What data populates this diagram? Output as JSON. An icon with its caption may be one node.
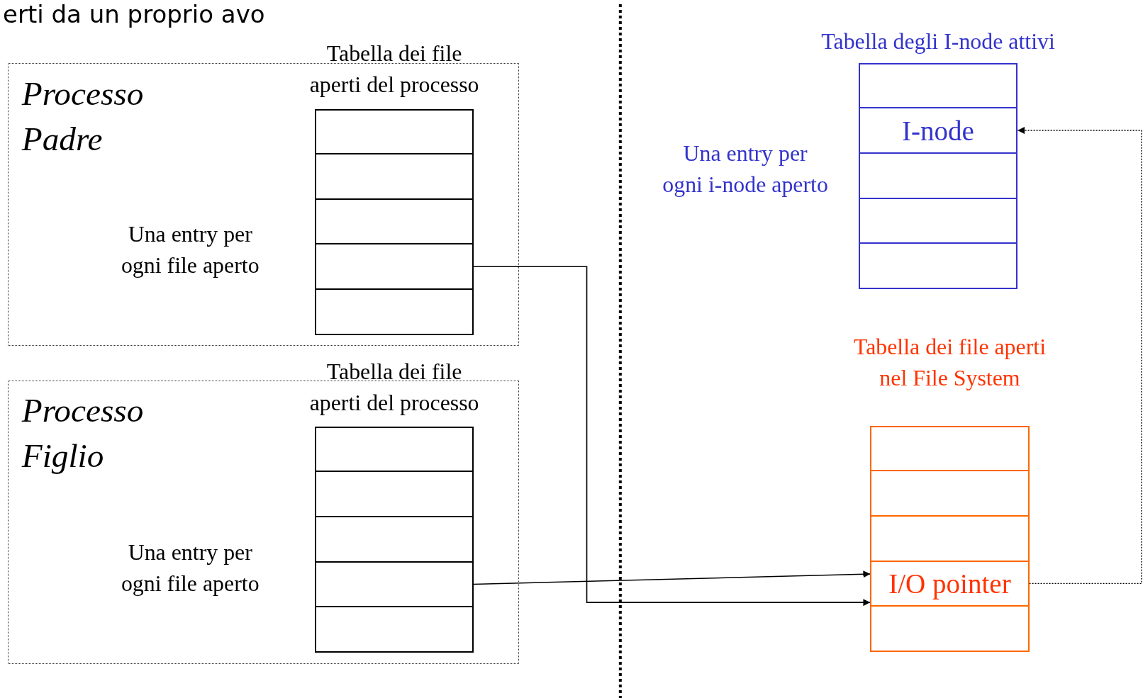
{
  "diagram": {
    "nodes": [
      {
        "text": [
          "Processo Padre"
        ]
      },
      {
        "text": [
          "Tabella dei file aperti del processo"
        ],
        "in": 0,
        "beside": [
          "Una entry per ogni file aperto"
        ]
      },
      {
        "text": [],
        "shape": "box",
        "in": 1
      },
      {
        "text": [],
        "shape": "box",
        "in": 1
      },
      {
        "text": [],
        "shape": "box",
        "in": 1
      },
      {
        "text": [],
        "shape": "box",
        "in": 1
      },
      {
        "text": [],
        "shape": "box",
        "in": 1
      },
      {
        "text": [
          "Processo Figlio"
        ]
      },
      {
        "text": [
          "Tabella dei file aperti del processo"
        ],
        "in": 7,
        "beside": [
          "Una entry per ogni file aperto"
        ]
      },
      {
        "text": [],
        "shape": "box",
        "in": 8
      },
      {
        "text": [],
        "shape": "box",
        "in": 8
      },
      {
        "text": [],
        "shape": "box",
        "in": 8
      },
      {
        "text": [],
        "shape": "box",
        "in": 8
      },
      {
        "text": [],
        "shape": "box",
        "in": 8
      },
      {
        "text": [
          "Tabella degli I-node attivi"
        ],
        "beside": [
          "Una entry per ogni i-node aperto"
        ]
      },
      {
        "text": [],
        "shape": "box",
        "in": 14
      },
      {
        "text": [
          "I-node"
        ],
        "in": 14
      },
      {
        "text": [],
        "shape": "box",
        "in": 14
      },
      {
        "text": [],
        "shape": "box",
        "in": 14
      },
      {
        "text": [],
        "shape": "box",
        "in": 14
      },
      {
        "text": [
          "Tabella dei file aperti nel File System"
        ]
      },
      {
        "text": [],
        "shape": "box",
        "in": 20
      },
      {
        "text": [],
        "shape": "box",
        "in": 20
      },
      {
        "text": [],
        "shape": "box",
        "in": 20
      },
      {
        "text": [
          "I/O pointer"
        ],
        "in": 20
      },
      {
        "text": [],
        "shape": "box",
        "in": 20
      }
    ],
    "edges": [
      {
        "from": 5,
        "to": 24,
        "arrow": "to"
      },
      {
        "from": 12,
        "to": 24,
        "arrow": "to"
      },
      {
        "from": 24,
        "to": 16,
        "arrow": "to",
        "style": "dashed"
      }
    ],
    "labels": [
      "erti da un proprio avo"
    ]
  }
}
